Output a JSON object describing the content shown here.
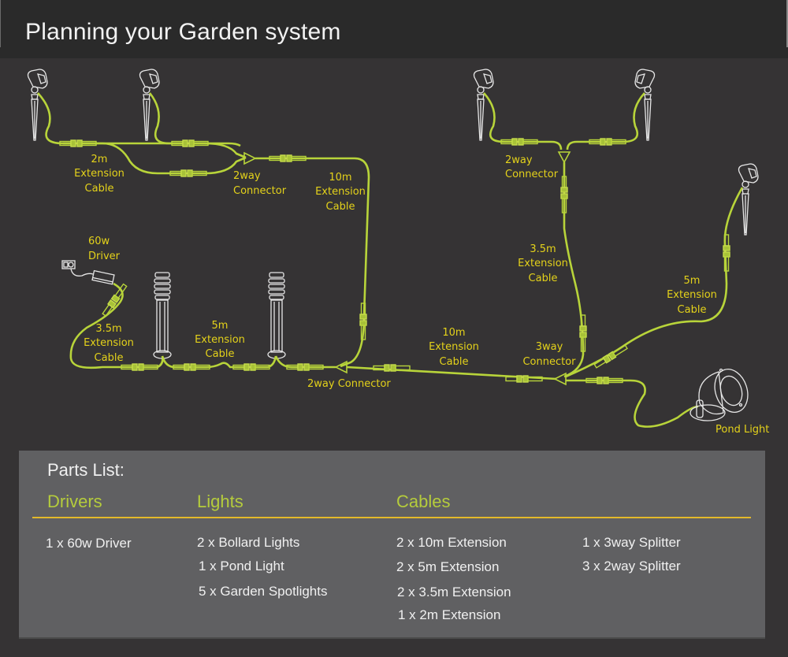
{
  "header": {
    "title": "Planning your Garden system"
  },
  "diagram": {
    "labels": {
      "ext_2m": [
        "2m",
        "Extension",
        "Cable"
      ],
      "conn_2way_left": [
        "2way",
        "Connector"
      ],
      "ext_10m_top": [
        "10m",
        "Extension",
        "Cable"
      ],
      "driver": [
        "60w",
        "Driver"
      ],
      "ext_35m_left": [
        "3.5m",
        "Extension",
        "Cable"
      ],
      "ext_5m_bollards": [
        "5m",
        "Extension",
        "Cable"
      ],
      "conn_2way_bottom": "2way Connector",
      "ext_10m_bottom": [
        "10m",
        "Extension",
        "Cable"
      ],
      "conn_2way_right": [
        "2way",
        "Connector"
      ],
      "ext_35m_right": [
        "3.5m",
        "Extension",
        "Cable"
      ],
      "conn_3way": [
        "3way",
        "Connector"
      ],
      "ext_5m_right": [
        "5m",
        "Extension",
        "Cable"
      ],
      "pond_light": "Pond Light"
    },
    "colors": {
      "cable": "#b8d43a",
      "label": "#e4d21a",
      "fixture": "#e6e6e6"
    }
  },
  "parts": {
    "title": "Parts List:",
    "categories": {
      "drivers": "Drivers",
      "lights": "Lights",
      "cables": "Cables"
    },
    "drivers": [
      "1 x 60w Driver"
    ],
    "lights": [
      "2 x Bollard Lights",
      "1 x Pond Light",
      "5 x Garden Spotlights"
    ],
    "cables": [
      "2 x 10m Extension",
      "2 x 5m Extension",
      "2 x 3.5m Extension",
      "1 x 2m Extension"
    ],
    "splitters": [
      "1 x 3way Splitter",
      "3 x 2way Splitter"
    ],
    "colors": {
      "heading": "#b5cc3c",
      "rule": "#e3b92a"
    }
  }
}
